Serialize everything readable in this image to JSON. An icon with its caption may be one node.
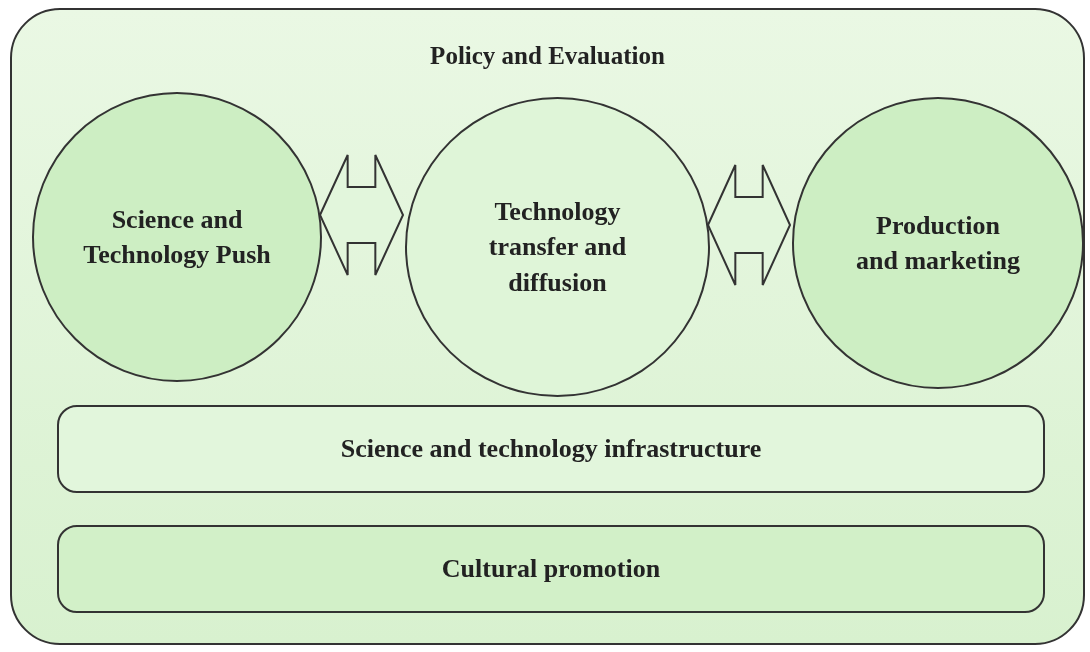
{
  "diagram": {
    "nodes": [
      {
        "text": [
          "Policy and Evaluation"
        ]
      },
      {
        "text": [
          "Science and Technology Push"
        ],
        "in": 0
      },
      {
        "text": [
          "Technology transfer and diffusion"
        ],
        "in": 0
      },
      {
        "text": [
          "Production and marketing"
        ],
        "in": 0
      },
      {
        "text": [
          "Science and technology infrastructure"
        ],
        "in": 0
      },
      {
        "text": [
          "Cultural promotion"
        ],
        "in": 0
      }
    ],
    "edges": [
      {
        "from": 1,
        "to": 2,
        "arrow": "both"
      },
      {
        "from": 2,
        "to": 3,
        "arrow": "both"
      }
    ]
  }
}
